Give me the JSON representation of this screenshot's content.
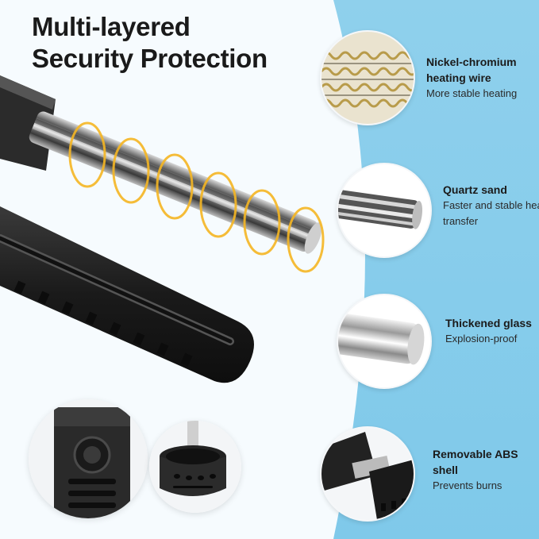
{
  "headline": {
    "line1": "Multi-layered",
    "line2": "Security Protection"
  },
  "features": [
    {
      "title": "Nickel-chromium heating wire",
      "desc": "More stable heating",
      "icon": "heating-wire-icon"
    },
    {
      "title": "Quartz sand",
      "desc": "Faster and stable heat transfer",
      "icon": "quartz-sand-icon"
    },
    {
      "title": "Thickened glass",
      "desc": "Explosion-proof",
      "icon": "glass-tube-icon"
    },
    {
      "title": "Removable ABS shell",
      "desc": "Prevents burns",
      "icon": "abs-shell-icon"
    }
  ],
  "colors": {
    "panel_blue": "#8fd0ec",
    "heat_glow": "#f5b623",
    "shell_black": "#1c1c1c",
    "title_text": "#1a1a1a"
  }
}
